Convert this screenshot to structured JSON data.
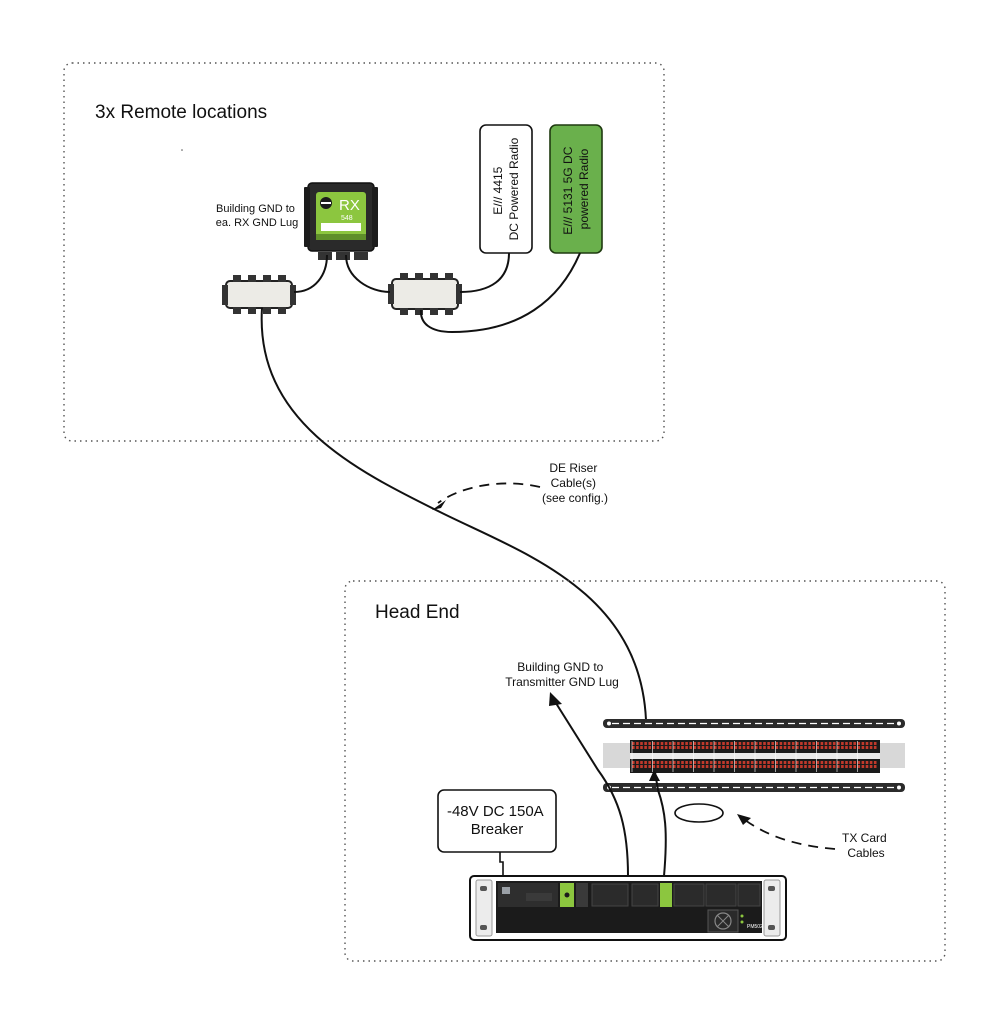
{
  "remote": {
    "title": "3x Remote locations",
    "gnd_note": [
      "Building GND to",
      "ea. RX GND Lug"
    ],
    "rx_unit": {
      "model": "RX",
      "model_number": "548"
    },
    "radio_4415": [
      "E/// 4415",
      "DC Powered Radio"
    ],
    "radio_5131": [
      "E/// 5131 5G DC",
      "powered Radio"
    ]
  },
  "riser": {
    "label": [
      "DE Riser",
      "Cable(s)",
      "(see config.)"
    ]
  },
  "headend": {
    "title": "Head End",
    "gnd_note": [
      "Building GND to",
      "Transmitter GND Lug"
    ],
    "breaker": [
      "-48V DC 150A",
      "Breaker"
    ],
    "tx_cards": [
      "TX Card",
      "Cables"
    ],
    "chassis_badge": "PM502"
  },
  "colors": {
    "radio_5131_fill": "#6ab04c",
    "rx_green": "#8cc63f",
    "panel_red": "#c0392b"
  }
}
